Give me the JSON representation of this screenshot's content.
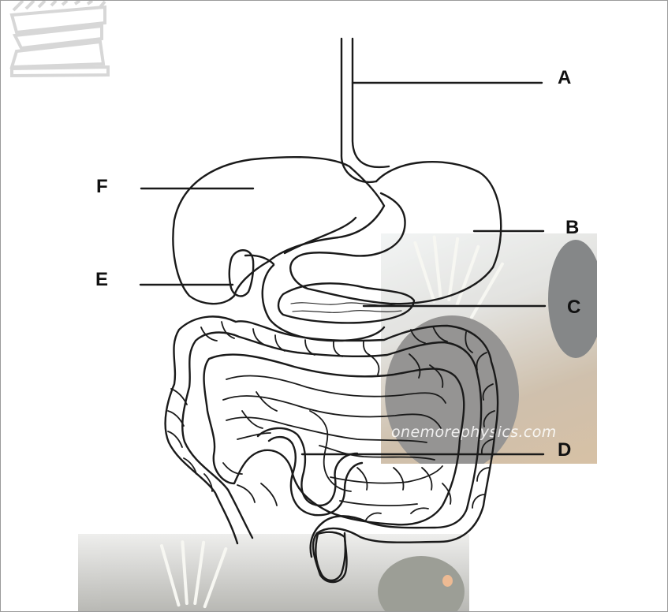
{
  "diagram": {
    "labels": {
      "a": "A",
      "b": "B",
      "c": "C",
      "d": "D",
      "e": "E",
      "f": "F"
    },
    "watermark": "onemorephysics.com"
  },
  "icons": {
    "logo": "building-columns-logo",
    "background_photos": "plant-photo"
  },
  "colors": {
    "line": "#1a1a1a",
    "label": "#111111",
    "border": "#9a9a9a"
  }
}
